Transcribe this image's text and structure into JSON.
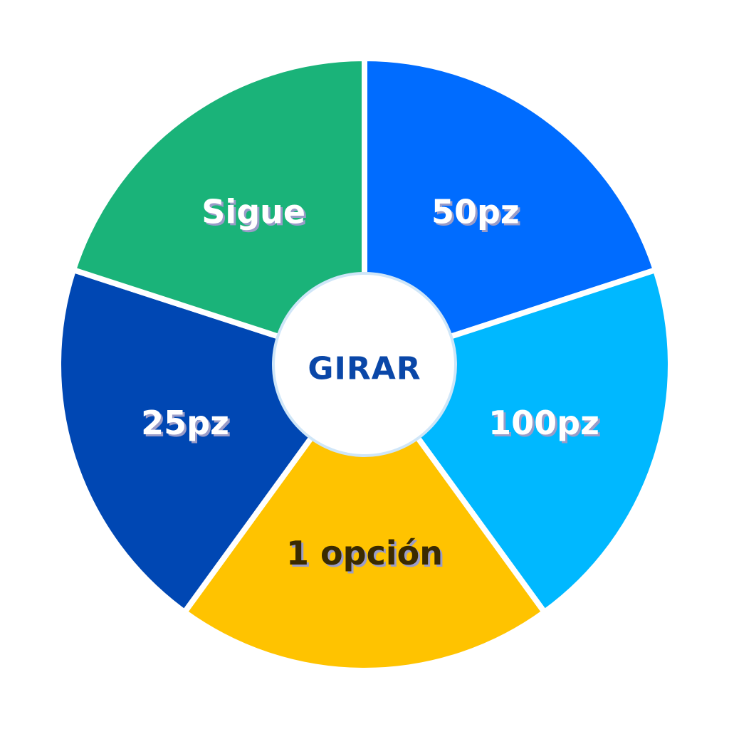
{
  "wheel": {
    "segments": [
      {
        "label": "50pz",
        "color": "#006cff",
        "text_color": "#ffffff"
      },
      {
        "label": "100pz",
        "color": "#00b8ff",
        "text_color": "#ffffff"
      },
      {
        "label": "1 opción",
        "color": "#ffc300",
        "text_color": "#3a2a00"
      },
      {
        "label": "25pz",
        "color": "#0047b3",
        "text_color": "#ffffff"
      },
      {
        "label": "Sigue",
        "color": "#1ab379",
        "text_color": "#ffffff"
      }
    ],
    "divider_color": "#ffffff"
  },
  "spin_button": {
    "label": "GIRAR",
    "text_color": "#0a47a8",
    "fill": "#ffffff",
    "border": "#cfe6f8"
  }
}
